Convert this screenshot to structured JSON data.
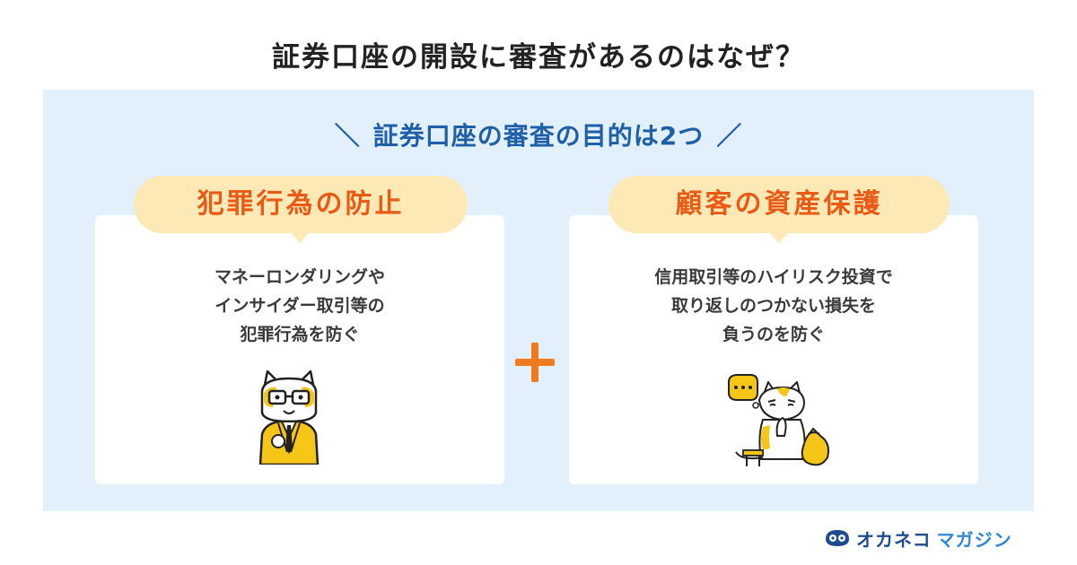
{
  "header": {
    "title": "証券口座の開設に審査があるのはなぜ？"
  },
  "subtitle": {
    "left_mark": "＼",
    "text": "証券口座の審査の目的は2つ",
    "right_mark": "／"
  },
  "cards": [
    {
      "heading": "犯罪行為の防止",
      "lines": [
        "マネーロンダリングや",
        "インサイダー取引等の",
        "犯罪行為を防ぐ"
      ],
      "illustration": "cat-in-suit-with-glasses"
    },
    {
      "heading": "顧客の資産保護",
      "lines": [
        "信用取引等のハイリスク投資で",
        "取り返しのつかない損失を",
        "負うのを防ぐ"
      ],
      "illustration": "worried-cat-with-money-bag"
    }
  ],
  "connector": {
    "icon": "plus-icon"
  },
  "brand": {
    "name": "オカネコ",
    "sub": "マガジン"
  },
  "colors": {
    "panel_bg": "#e2f0fc",
    "accent_orange": "#e85a16",
    "pill_bg": "#fde9b5",
    "subtitle_blue": "#1f5fa8",
    "brand_navy": "#1f4b8f"
  }
}
